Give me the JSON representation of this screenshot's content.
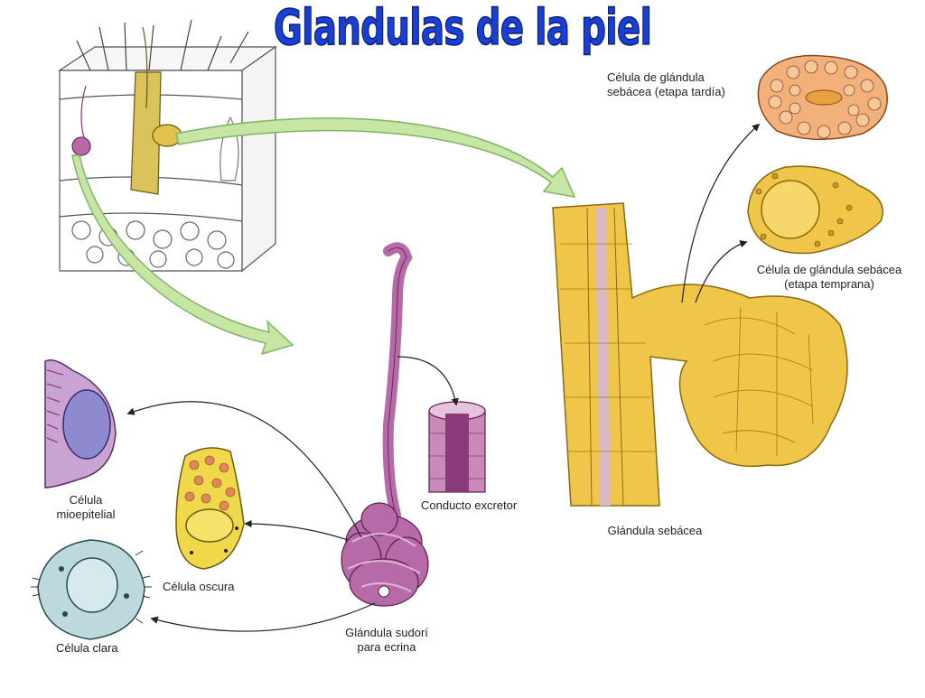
{
  "title": "Glandulas de la piel",
  "labels": {
    "sebaceous_late": [
      "Célula de glándula",
      "sebácea (etapa tardía)"
    ],
    "sebaceous_early": [
      "Célula de glándula sebácea",
      "(etapa temprana)"
    ],
    "sebaceous_gland": "Glándula sebácea",
    "excretory_duct": "Conducto excretor",
    "myoepithelial": [
      "Célula",
      "mioepitelial"
    ],
    "dark_cell": "Célula oscura",
    "clear_cell": "Célula clara",
    "eccrine_gland": [
      "Glándula sudorí",
      "para ecrina"
    ]
  },
  "colors": {
    "title": "#1a3fd6",
    "arrow": "#c7e6a4",
    "sebaceous": "#f0c64a",
    "sweat": "#b66aa8",
    "clear_cell": "#bcd9de",
    "myo": "#c9a3d2"
  }
}
